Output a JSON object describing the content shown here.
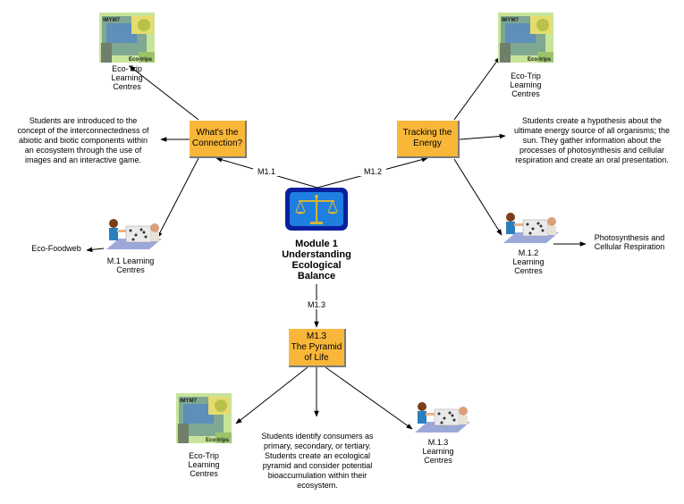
{
  "center": {
    "title_lines": [
      "Module 1",
      "Understanding",
      "Ecological",
      "Balance"
    ],
    "seal_icon": "balance-scale-icon"
  },
  "branches": {
    "m11": {
      "edge_label": "M1.1",
      "box_lines": [
        "What's the",
        "Connection?"
      ],
      "description_lines": [
        "Students are introduced to the",
        "concept of the interconnectedness of",
        "abiotic and biotic components within",
        "an ecosystem through the use of",
        "images and an interactive game."
      ],
      "eco_trip_lines": [
        "Eco-Trip",
        "Learning",
        "Centres"
      ],
      "learning_centres_lines": [
        "M.1 Learning",
        "Centres"
      ],
      "sub_link": "Eco-Foodweb"
    },
    "m12": {
      "edge_label": "M1.2",
      "box_lines": [
        "Tracking the",
        "Energy"
      ],
      "description_lines": [
        "Students create a hypothesis about the",
        "ultimate energy source of all organisms; the",
        "sun. They gather information about the",
        "processes of photosynthesis and cellular",
        "respiration and create an oral presentation."
      ],
      "eco_trip_lines": [
        "Eco-Trip",
        "Learning",
        "Centres"
      ],
      "learning_centres_lines": [
        "M.1.2",
        "Learning",
        "Centres"
      ],
      "sub_link_lines": [
        "Photosynthesis and",
        "Cellular Respiration"
      ]
    },
    "m13": {
      "edge_label": "M1.3",
      "box_lines": [
        "M1.3",
        "The Pyramid",
        "of Life"
      ],
      "description_lines": [
        "Students identify consumers as",
        "primary, secondary, or tertiary.",
        "Students create an ecological",
        "pyramid and consider potential",
        "bioaccumulation within their",
        "ecosystem."
      ],
      "eco_trip_lines": [
        "Eco-Trip",
        "Learning",
        "Centres"
      ],
      "learning_centres_lines": [
        "M.1.3",
        "Learning",
        "Centres"
      ]
    }
  },
  "eco_trip_image": {
    "top_text": "IMYM7",
    "bottom_text": "Eco-trips"
  },
  "colors": {
    "box_fill": "#f9b73a",
    "seal_frame": "#0a1f9e",
    "seal_inner": "#1e7fe0",
    "scale_gold": "#d6b33a"
  }
}
